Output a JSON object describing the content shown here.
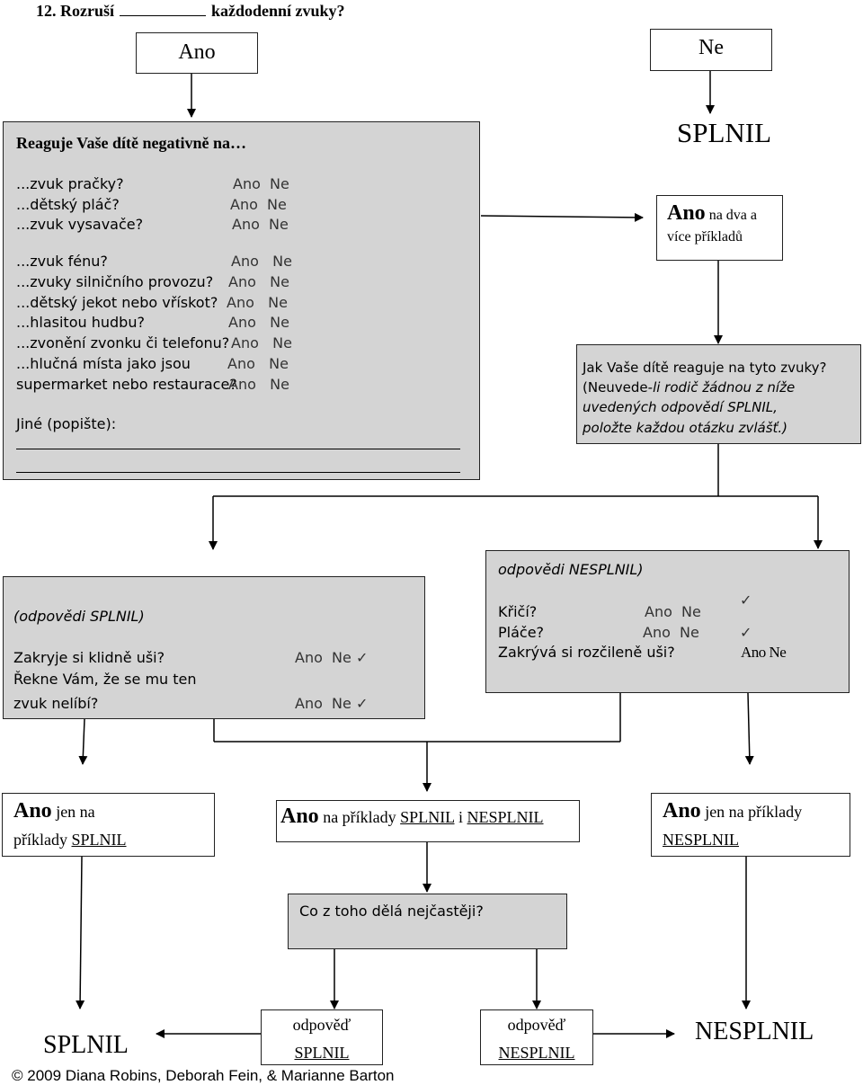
{
  "question": {
    "prefix": "12. Rozruší",
    "suffix": "každodenní zvuky?"
  },
  "top": {
    "yes": "Ano",
    "no": "Ne",
    "pass": "SPLNIL"
  },
  "left_box": {
    "heading": "Reaguje Vaše dítě negativně na…",
    "yes": "Ano",
    "no": "Ne",
    "items": [
      "...zvuk pračky?",
      "...dětský pláč?",
      "...zvuk vysavače?",
      "...zvuk fénu?",
      "...zvuky silničního provozu?",
      "...dětský jekot nebo vřískot?",
      "...hlasitou hudbu?",
      "...zvonění zvonku či telefonu?",
      "...hlučná místa jako jsou",
      "supermarket nebo restaurace?"
    ],
    "other": "Jiné (popište):"
  },
  "right_small": {
    "ano": "Ano",
    "rest_1": "na dva a",
    "rest_2": "více příkladů"
  },
  "right_gray": {
    "line1": "Jak Vaše dítě reaguje na tyto zvuky?",
    "line2_a": "(Neuvede-",
    "line2_b": "li rodič žádnou z níže",
    "line3": "uvedených odpovědí SPLNIL,",
    "line4": "položte každou otázku zvlášť.)"
  },
  "pass_box": {
    "header": "(odpovědi SPLNIL)",
    "q1": "Zakryje si klidně uši?",
    "q2a": "Řekne Vám, že se mu ten",
    "q2b": "zvuk nelíbí?",
    "yes": "Ano",
    "no": "Ne",
    "mark": "✓"
  },
  "fail_box": {
    "header": "odpovědi NESPLNIL)",
    "q1": "Křičí?",
    "q2": "Pláče?",
    "q3": "Zakrývá si rozčileně uši?",
    "yes": "Ano",
    "no": "Ne",
    "q3_answer": "Ano Ne",
    "mark": "✓"
  },
  "bottom_left": {
    "ano": "Ano",
    "rest": "jen na",
    "line2": "příklady",
    "pass": "SPLNIL"
  },
  "bottom_mid": {
    "ano": "Ano",
    "rest": "na příklady",
    "pass": "SPLNIL",
    "and": "i",
    "fail": "NESPLNIL"
  },
  "bottom_right": {
    "ano": "Ano",
    "rest": "jen na příklady",
    "fail": "NESPLNIL"
  },
  "most_often": "Co z toho dělá nejčastěji?",
  "answer_pass": {
    "line1": "odpověď",
    "line2": "SPLNIL"
  },
  "answer_fail": {
    "line1": "odpověď",
    "line2": "NESPLNIL"
  },
  "final_pass": "SPLNIL",
  "final_fail": "NESPLNIL",
  "copyright": "© 2009 Diana Robins, Deborah Fein, & Marianne Barton"
}
